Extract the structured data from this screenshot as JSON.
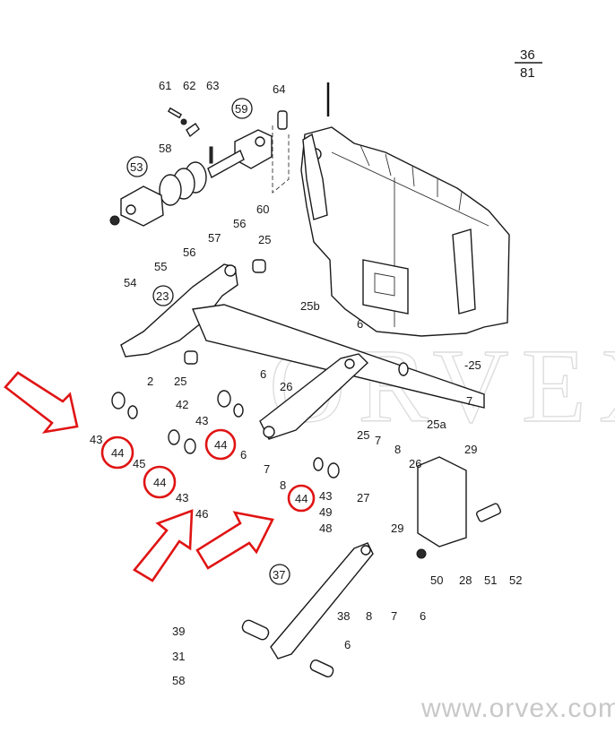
{
  "page": {
    "number_top": "36",
    "number_bottom": "81"
  },
  "watermark": {
    "brand": "ORVEX",
    "url": "www.orvex.com"
  },
  "colors": {
    "highlight": "#e01414",
    "line": "#1a1a1a",
    "watermark": "#d4d4d4"
  },
  "group_refs": [
    {
      "id": "59",
      "label": "59"
    },
    {
      "id": "53",
      "label": "53"
    },
    {
      "id": "23",
      "label": "23"
    },
    {
      "id": "37",
      "label": "37"
    }
  ],
  "part_labels": {
    "p61": "61",
    "p62": "62",
    "p63": "63",
    "p64": "64",
    "p58a": "58",
    "p60": "60",
    "p56a": "56",
    "p57": "57",
    "p56b": "56",
    "p55": "55",
    "p54": "54",
    "p25a": "25",
    "p25b": "25b",
    "p6a": "6",
    "p25c": "-25",
    "p7a": "7",
    "p25d": "25a",
    "p2": "2",
    "p25e": "25",
    "p6b": "6",
    "p26a": "26",
    "p42": "42",
    "p43a": "43",
    "p45": "45",
    "p43b": "43",
    "p46": "46",
    "p43c": "43",
    "p6c": "6",
    "p7b": "7",
    "p8a": "8",
    "p25f": "25",
    "p7c": "7",
    "p8b": "8",
    "p26b": "26",
    "p29a": "29",
    "p43d": "43",
    "p27": "27",
    "p49": "49",
    "p29b": "29",
    "p48": "48",
    "p50": "50",
    "p28": "28",
    "p51": "51",
    "p52": "52",
    "p38": "38",
    "p8c": "8",
    "p7d": "7",
    "p6d": "6",
    "p39": "39",
    "p31": "31",
    "p58b": "58",
    "p6e": "6"
  },
  "highlighted_parts": [
    {
      "label": "44"
    },
    {
      "label": "44"
    },
    {
      "label": "44"
    },
    {
      "label": "44"
    }
  ],
  "annotation_arrows": [
    {
      "direction": "down-right"
    },
    {
      "direction": "up-right"
    },
    {
      "direction": "up-right"
    }
  ]
}
